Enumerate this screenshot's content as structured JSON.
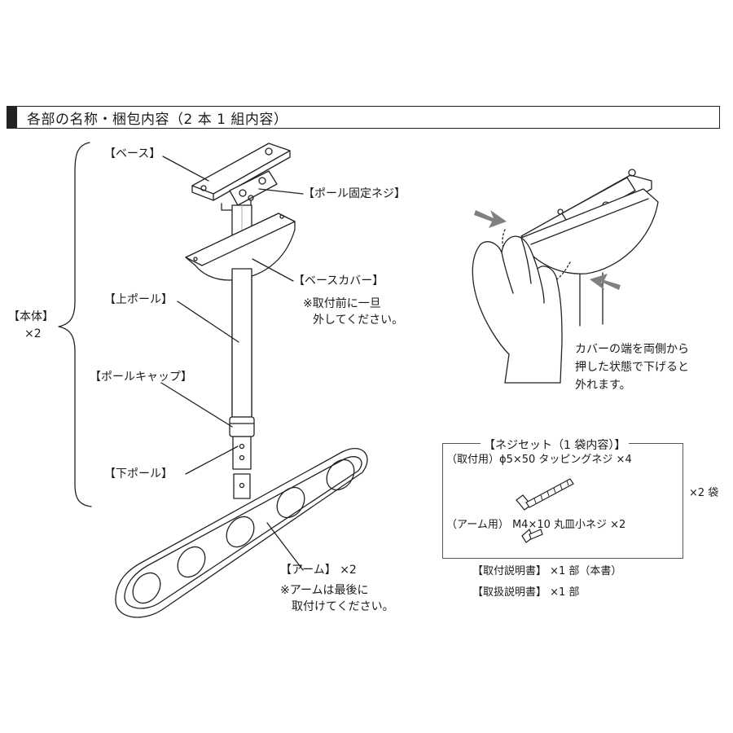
{
  "header": {
    "title": "各部の名称・梱包内容（2 本 1 組内容）"
  },
  "labels": {
    "base": "【ベース】",
    "pole_screw": "【ポール固定ネジ】",
    "base_cover": "【ベースカバー】",
    "base_cover_note_1": "※取付前に一旦",
    "base_cover_note_2": "外してください。",
    "upper_pole": "【上ポール】",
    "pole_cap": "【ポールキャップ】",
    "lower_pole": "【下ポール】",
    "body_label": "【本体】",
    "body_qty": "×2",
    "arm": "【アーム】 ×2",
    "arm_note_1": "※アームは最後に",
    "arm_note_2": "取付けてください。"
  },
  "cover_removal": {
    "line1": "カバーの端を両側から",
    "line2": "押した状態で下げると",
    "line3": "外れます。"
  },
  "screw_set": {
    "title": "【ネジセット（1 袋内容）】",
    "item1": "（取付用）ϕ5×50 タッピングネジ ×4",
    "item2": "（アーム用） M4×10 丸皿小ネジ ×2",
    "bag_qty": "×2 袋"
  },
  "documents": {
    "install_manual": "【取付説明書】 ×1 部（本書）",
    "handling_manual": "【取扱説明書】 ×1 部"
  },
  "colors": {
    "line": "#222222",
    "arrow_gray": "#808080",
    "pole_shade": "#e6e6e6"
  }
}
